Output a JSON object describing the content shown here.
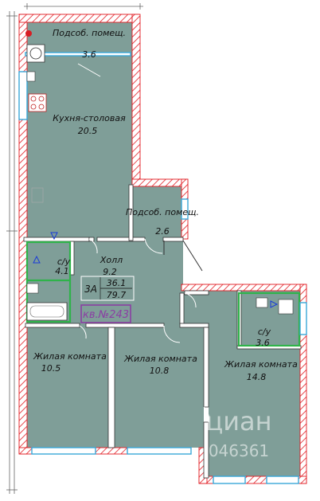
{
  "rooms": {
    "storage_top": {
      "name": "Подсоб. помещ.",
      "area": "3.6"
    },
    "kitchen": {
      "name": "Кухня-столовая",
      "area": "20.5"
    },
    "storage_mid": {
      "name": "Подсоб. помещ.",
      "area": "2.6"
    },
    "bath1": {
      "name": "с/у",
      "area": "4.1"
    },
    "hall": {
      "name": "Холл",
      "area": "9.2"
    },
    "bath2": {
      "name": "с/у",
      "area": "3.6"
    },
    "living1": {
      "name": "Жилая комната",
      "area": "10.5"
    },
    "living2": {
      "name": "Жилая комната",
      "area": "10.8"
    },
    "living3": {
      "name": "Жилая комната",
      "area": "14.8"
    }
  },
  "apartment": {
    "rooms_code": "3А",
    "living_area": "36.1",
    "total_area": "79.7",
    "number_label": "кв.№243"
  },
  "watermark": {
    "brand": "циан",
    "id": "046361"
  },
  "colors": {
    "floor": "#7f9e98",
    "wall_hatch": "#e11b22",
    "accent_purple": "#8a3fa3",
    "window": "#3aa7d8",
    "bath_green": "#2fb34a"
  }
}
